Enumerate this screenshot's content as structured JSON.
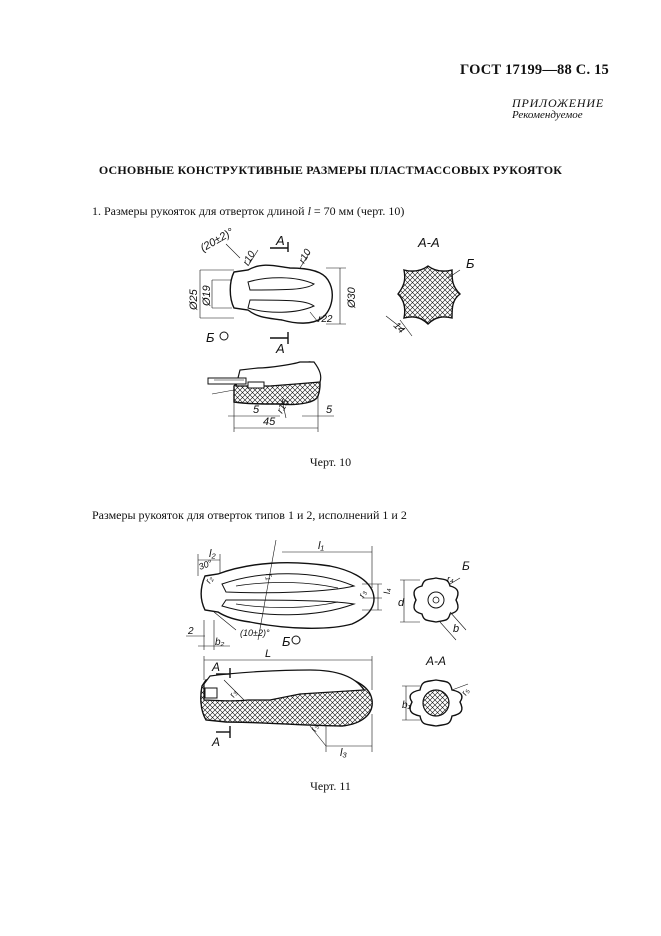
{
  "header": {
    "standard": "ГОСТ 17199—88 С. 15",
    "appendix": "ПРИЛОЖЕНИЕ",
    "appendix_status": "Рекомендуемое"
  },
  "title": "ОСНОВНЫЕ КОНСТРУКТИВНЫЕ РАЗМЕРЫ ПЛАСТМАССОВЫХ РУКОЯТОК",
  "section1": {
    "text_before": "1.  Размеры рукояток для отверток длиной ",
    "var": "l",
    "text_after": " = 70 мм (черт. 10)",
    "caption": "Черт. 10",
    "dims": {
      "angle": "(20±2)°",
      "r10a": "r10",
      "r10b": "r10",
      "d25": "Ø25",
      "d19": "Ø19",
      "d30": "Ø30",
      "r22": "r22",
      "sec_a": "А",
      "sec_b": "Б",
      "section_label": "А-А",
      "size14": "14",
      "d5a": "5",
      "r15": "r15",
      "d5b": "5",
      "d45": "45"
    }
  },
  "section2": {
    "text": "Размеры рукояток для отверток типов 1 и 2, исполнений 1 и 2",
    "caption": "Черт. 11",
    "dims": {
      "l2": "l₂",
      "l1": "l₁",
      "r1": "r₁",
      "angle30": "30°",
      "r2": "r₂",
      "angle10": "(10±2)°",
      "two": "2",
      "b2": "b₂",
      "L": "L",
      "r3": "r₃",
      "l4": "l₄",
      "r4": "r₄",
      "d": "d",
      "b": "b",
      "sec_b": "Б",
      "section_label": "А-А",
      "b1": "b₁",
      "r5": "r₅",
      "l3": "l₃",
      "sec_a": "А"
    }
  }
}
